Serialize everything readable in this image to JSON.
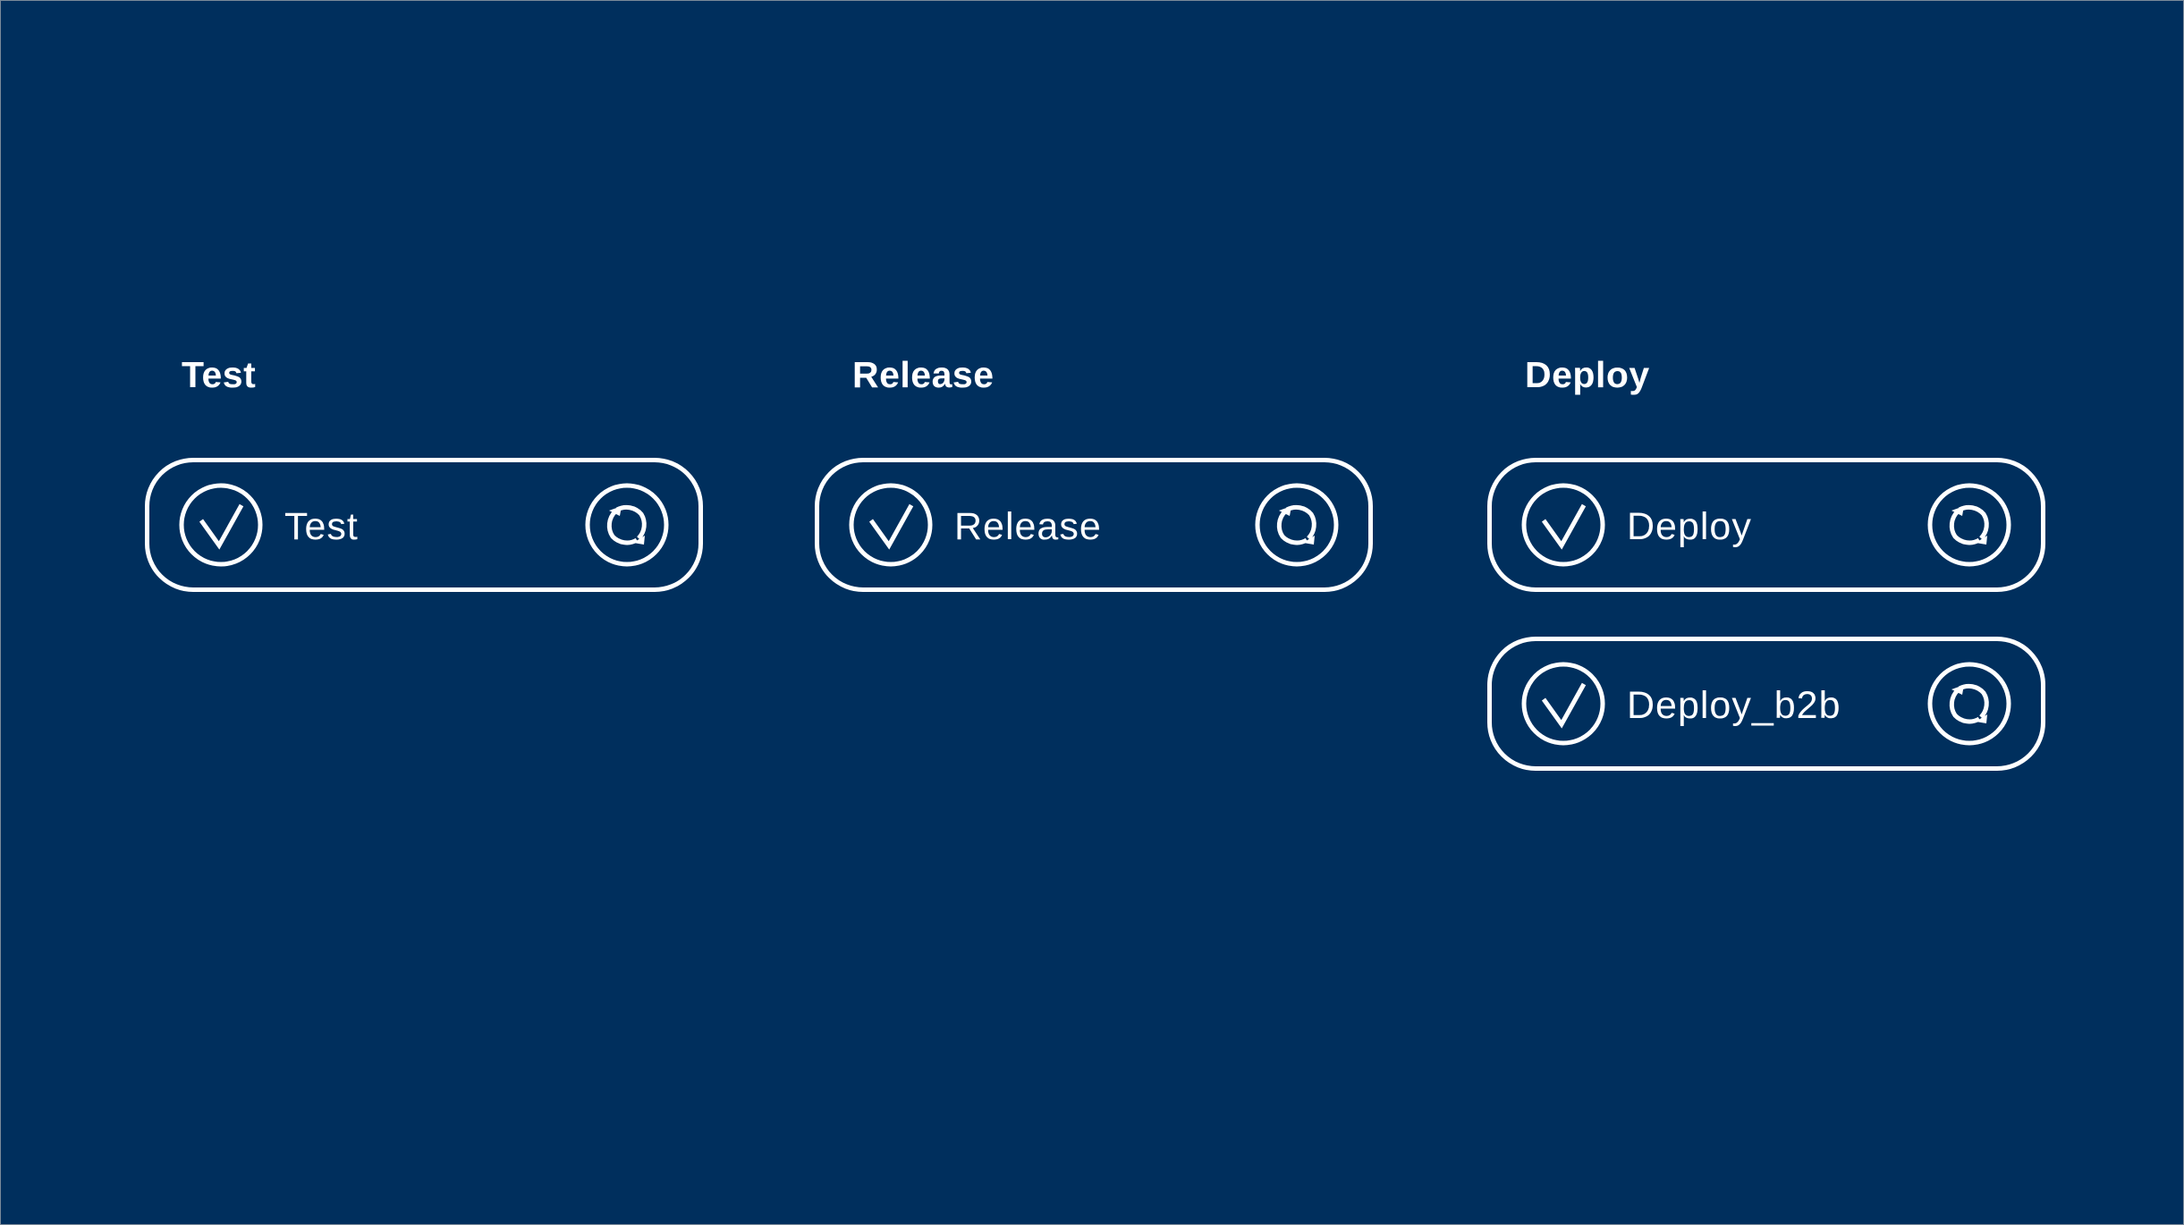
{
  "background_color": "#002f5d",
  "foreground_color": "#ffffff",
  "stages": [
    {
      "title": "Test",
      "jobs": [
        {
          "name": "Test",
          "status_icon": "check-circle-icon",
          "action_icon": "retry-icon"
        }
      ]
    },
    {
      "title": "Release",
      "jobs": [
        {
          "name": "Release",
          "status_icon": "check-circle-icon",
          "action_icon": "retry-icon"
        }
      ]
    },
    {
      "title": "Deploy",
      "jobs": [
        {
          "name": "Deploy",
          "status_icon": "check-circle-icon",
          "action_icon": "retry-icon"
        },
        {
          "name": "Deploy_b2b",
          "status_icon": "check-circle-icon",
          "action_icon": "retry-icon"
        }
      ]
    }
  ]
}
